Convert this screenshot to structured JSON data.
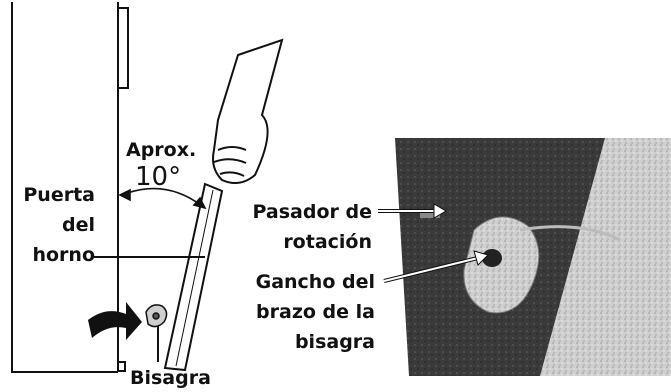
{
  "labels": {
    "approx": "Aprox.",
    "angle": "10°",
    "door": [
      "Puerta",
      "del",
      "horno"
    ],
    "hinge": "Bisagra",
    "pin": [
      "Pasador de",
      "rotación"
    ],
    "hook": [
      "Gancho del",
      "brazo de la",
      "bisagra"
    ]
  },
  "colors": {
    "line": "#111111",
    "photo_dark": "#2a2a2a",
    "photo_light": "#dcdcdc"
  },
  "icons": {
    "hand": "hand-icon",
    "push_arrow": "push-arrow-icon"
  }
}
